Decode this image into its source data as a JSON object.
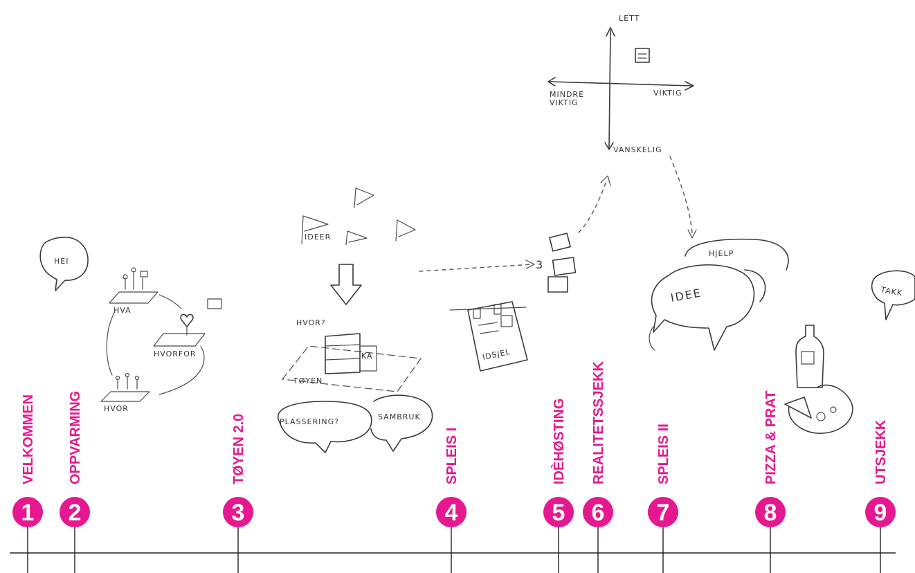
{
  "colors": {
    "accent": "#e5188f",
    "line": "#222222",
    "sketch": "#3a3a3a"
  },
  "steps": [
    {
      "number": "1",
      "label": "VELKOMMEN"
    },
    {
      "number": "2",
      "label": "OPPVARMING"
    },
    {
      "number": "3",
      "label": "TØYEN 2.0"
    },
    {
      "number": "4",
      "label": "SPLEIS I"
    },
    {
      "number": "5",
      "label": "IDÈHØSTING"
    },
    {
      "number": "6",
      "label": "REALITETSSJEKK"
    },
    {
      "number": "7",
      "label": "SPLEIS II"
    },
    {
      "number": "8",
      "label": "PIZZA & PRAT"
    },
    {
      "number": "9",
      "label": "UTSJEKK"
    }
  ],
  "sketch_text": {
    "hei": "HEI",
    "hva": "HVA",
    "hvorfor": "HVORFOR",
    "hvor": "HVOR",
    "ideer": "IDEER",
    "hvor_q": "HVOR?",
    "toyen": "TØYEN",
    "ka": "KA",
    "plassering": "PLASSERING?",
    "sambruk": "SAMBRUK",
    "three": "3",
    "idsjel": "IDSJEL",
    "lett": "LETT",
    "vanskelig": "VANSKELIG",
    "mindre_viktig": [
      "MINDRE",
      "VIKTIG"
    ],
    "viktig": "VIKTIG",
    "hjelp": "HJELP",
    "idee": "IDEE",
    "takk": "TAKK"
  }
}
